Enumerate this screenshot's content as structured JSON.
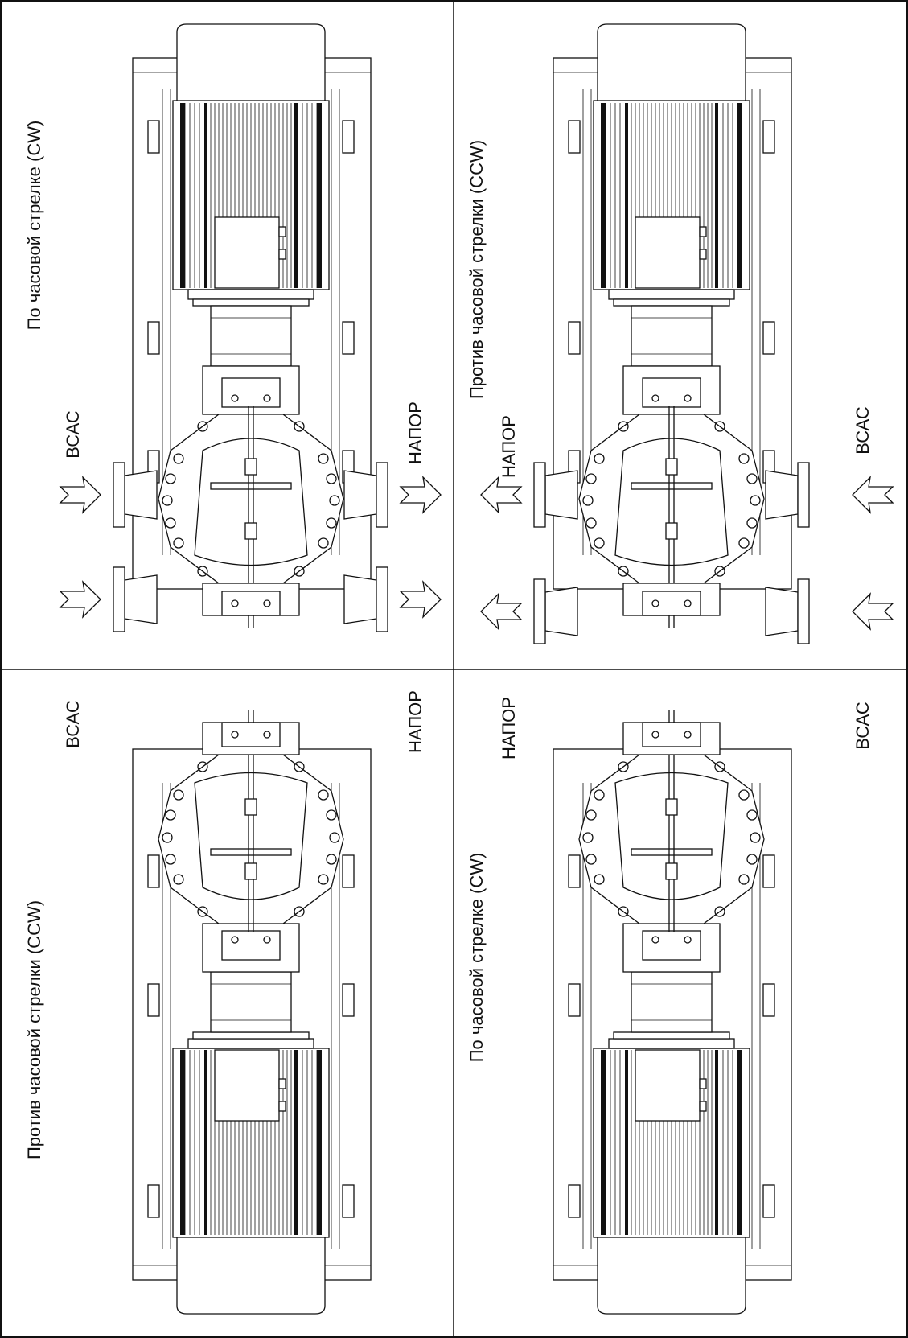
{
  "drawing": {
    "border_color": "#111111",
    "background": "#ffffff",
    "label_suction": "ВСАС",
    "label_discharge": "НАПОР",
    "panels": [
      {
        "id": "top-left",
        "rotation_label": "По часовой стрелке (CW)",
        "rotation": "CW",
        "motor_side": "top",
        "suction_side": "left"
      },
      {
        "id": "top-right",
        "rotation_label": "Против часовой стрелки (CCW)",
        "rotation": "CCW",
        "motor_side": "top",
        "suction_side": "right"
      },
      {
        "id": "bottom-left",
        "rotation_label": "Против часовой стрелки (CCW)",
        "rotation": "CCW",
        "motor_side": "bottom",
        "suction_side": "left"
      },
      {
        "id": "bottom-right",
        "rotation_label": "По часовой стрелке (CW)",
        "rotation": "CW",
        "motor_side": "bottom",
        "suction_side": "right"
      }
    ]
  }
}
